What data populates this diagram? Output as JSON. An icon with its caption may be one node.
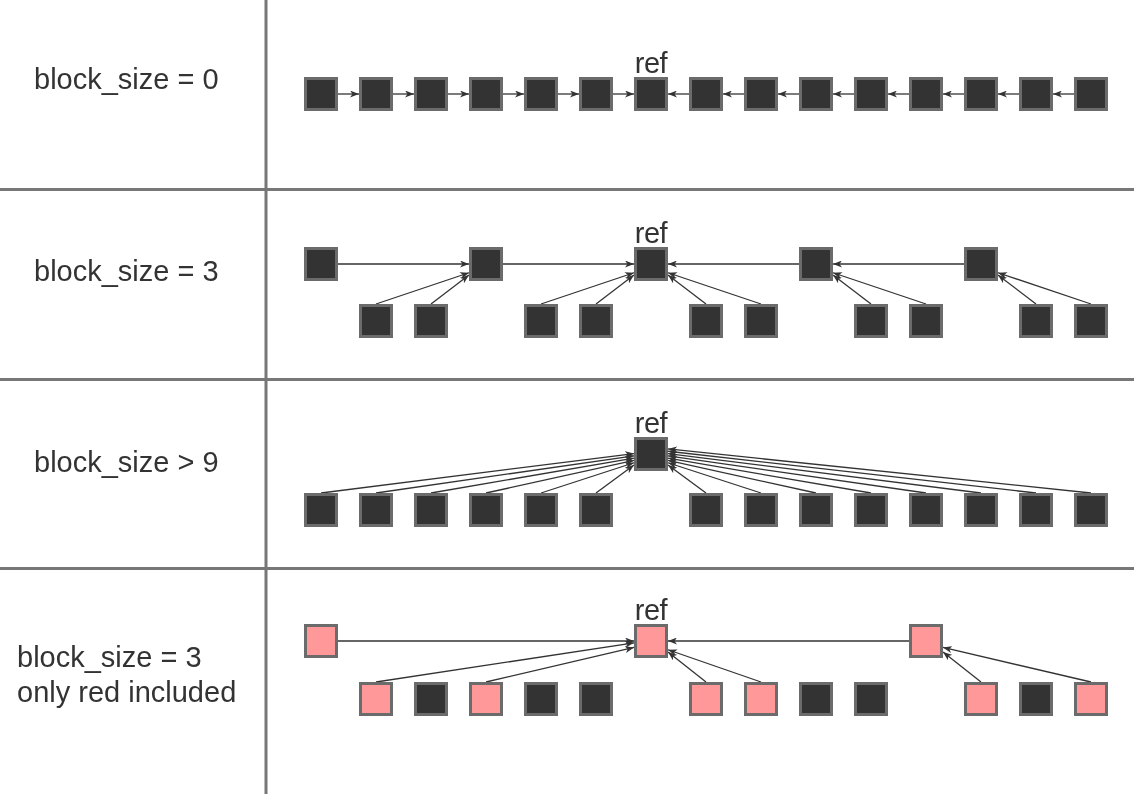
{
  "diagram": {
    "nodes": [
      {
        "text": [
          "block_size = 0"
        ]
      },
      {
        "text": [],
        "shape": "box",
        "in": 0
      },
      {
        "text": [],
        "shape": "box",
        "in": 0
      },
      {
        "text": [],
        "shape": "box",
        "in": 0
      },
      {
        "text": [],
        "shape": "box",
        "in": 0
      },
      {
        "text": [],
        "shape": "box",
        "in": 0
      },
      {
        "text": [],
        "shape": "box",
        "in": 0
      },
      {
        "text": [],
        "shape": "box",
        "in": 0,
        "beside": [
          "ref"
        ]
      },
      {
        "text": [],
        "shape": "box",
        "in": 0
      },
      {
        "text": [],
        "shape": "box",
        "in": 0
      },
      {
        "text": [],
        "shape": "box",
        "in": 0
      },
      {
        "text": [],
        "shape": "box",
        "in": 0
      },
      {
        "text": [],
        "shape": "box",
        "in": 0
      },
      {
        "text": [],
        "shape": "box",
        "in": 0
      },
      {
        "text": [],
        "shape": "box",
        "in": 0
      },
      {
        "text": [],
        "shape": "box",
        "in": 0
      },
      {
        "text": [
          "block_size = 3"
        ]
      },
      {
        "text": [],
        "shape": "box",
        "in": 16
      },
      {
        "text": [],
        "shape": "box",
        "in": 16
      },
      {
        "text": [],
        "shape": "box",
        "in": 16,
        "beside": [
          "ref"
        ]
      },
      {
        "text": [],
        "shape": "box",
        "in": 16
      },
      {
        "text": [],
        "shape": "box",
        "in": 16
      },
      {
        "text": [],
        "shape": "box",
        "in": 16
      },
      {
        "text": [],
        "shape": "box",
        "in": 16
      },
      {
        "text": [],
        "shape": "box",
        "in": 16
      },
      {
        "text": [],
        "shape": "box",
        "in": 16
      },
      {
        "text": [],
        "shape": "box",
        "in": 16
      },
      {
        "text": [],
        "shape": "box",
        "in": 16
      },
      {
        "text": [],
        "shape": "box",
        "in": 16
      },
      {
        "text": [],
        "shape": "box",
        "in": 16
      },
      {
        "text": [],
        "shape": "box",
        "in": 16
      },
      {
        "text": [],
        "shape": "box",
        "in": 16
      },
      {
        "text": [
          "block_size > 9"
        ]
      },
      {
        "text": [],
        "shape": "box",
        "in": 32,
        "beside": [
          "ref"
        ]
      },
      {
        "text": [],
        "shape": "box",
        "in": 32
      },
      {
        "text": [],
        "shape": "box",
        "in": 32
      },
      {
        "text": [],
        "shape": "box",
        "in": 32
      },
      {
        "text": [],
        "shape": "box",
        "in": 32
      },
      {
        "text": [],
        "shape": "box",
        "in": 32
      },
      {
        "text": [],
        "shape": "box",
        "in": 32
      },
      {
        "text": [],
        "shape": "box",
        "in": 32
      },
      {
        "text": [],
        "shape": "box",
        "in": 32
      },
      {
        "text": [],
        "shape": "box",
        "in": 32
      },
      {
        "text": [],
        "shape": "box",
        "in": 32
      },
      {
        "text": [],
        "shape": "box",
        "in": 32
      },
      {
        "text": [],
        "shape": "box",
        "in": 32
      },
      {
        "text": [],
        "shape": "box",
        "in": 32
      },
      {
        "text": [],
        "shape": "box",
        "in": 32
      },
      {
        "text": [
          "block_size = 3 only red included"
        ]
      },
      {
        "text": [],
        "shape": "box",
        "in": 48
      },
      {
        "text": [],
        "shape": "box",
        "in": 48,
        "beside": [
          "ref"
        ]
      },
      {
        "text": [],
        "shape": "box",
        "in": 48
      },
      {
        "text": [],
        "shape": "box",
        "in": 48
      },
      {
        "text": [],
        "shape": "box",
        "in": 48
      },
      {
        "text": [],
        "shape": "box",
        "in": 48
      },
      {
        "text": [],
        "shape": "box",
        "in": 48
      },
      {
        "text": [],
        "shape": "box",
        "in": 48
      },
      {
        "text": [],
        "shape": "box",
        "in": 48
      },
      {
        "text": [],
        "shape": "box",
        "in": 48
      },
      {
        "text": [],
        "shape": "box",
        "in": 48
      },
      {
        "text": [],
        "shape": "box",
        "in": 48
      },
      {
        "text": [],
        "shape": "box",
        "in": 48
      },
      {
        "text": [],
        "shape": "box",
        "in": 48
      },
      {
        "text": [],
        "shape": "box",
        "in": 48
      }
    ],
    "edges": [
      {
        "from": 1,
        "to": 2,
        "arrow": "to"
      },
      {
        "from": 2,
        "to": 3,
        "arrow": "to"
      },
      {
        "from": 3,
        "to": 4,
        "arrow": "to"
      },
      {
        "from": 4,
        "to": 5,
        "arrow": "to"
      },
      {
        "from": 5,
        "to": 6,
        "arrow": "to"
      },
      {
        "from": 6,
        "to": 7,
        "arrow": "to"
      },
      {
        "from": 8,
        "to": 7,
        "arrow": "to"
      },
      {
        "from": 9,
        "to": 8,
        "arrow": "to"
      },
      {
        "from": 10,
        "to": 9,
        "arrow": "to"
      },
      {
        "from": 11,
        "to": 10,
        "arrow": "to"
      },
      {
        "from": 12,
        "to": 11,
        "arrow": "to"
      },
      {
        "from": 13,
        "to": 12,
        "arrow": "to"
      },
      {
        "from": 14,
        "to": 13,
        "arrow": "to"
      },
      {
        "from": 15,
        "to": 14,
        "arrow": "to"
      },
      {
        "from": 17,
        "to": 18,
        "arrow": "to"
      },
      {
        "from": 22,
        "to": 18,
        "arrow": "to"
      },
      {
        "from": 23,
        "to": 18,
        "arrow": "to"
      },
      {
        "from": 18,
        "to": 19,
        "arrow": "to"
      },
      {
        "from": 24,
        "to": 19,
        "arrow": "to"
      },
      {
        "from": 25,
        "to": 19,
        "arrow": "to"
      },
      {
        "from": 26,
        "to": 19,
        "arrow": "to"
      },
      {
        "from": 27,
        "to": 19,
        "arrow": "to"
      },
      {
        "from": 20,
        "to": 19,
        "arrow": "to"
      },
      {
        "from": 28,
        "to": 20,
        "arrow": "to"
      },
      {
        "from": 29,
        "to": 20,
        "arrow": "to"
      },
      {
        "from": 21,
        "to": 20,
        "arrow": "to"
      },
      {
        "from": 30,
        "to": 21,
        "arrow": "to"
      },
      {
        "from": 31,
        "to": 21,
        "arrow": "to"
      },
      {
        "from": 34,
        "to": 33,
        "arrow": "to"
      },
      {
        "from": 35,
        "to": 33,
        "arrow": "to"
      },
      {
        "from": 36,
        "to": 33,
        "arrow": "to"
      },
      {
        "from": 37,
        "to": 33,
        "arrow": "to"
      },
      {
        "from": 38,
        "to": 33,
        "arrow": "to"
      },
      {
        "from": 39,
        "to": 33,
        "arrow": "to"
      },
      {
        "from": 40,
        "to": 33,
        "arrow": "to"
      },
      {
        "from": 41,
        "to": 33,
        "arrow": "to"
      },
      {
        "from": 42,
        "to": 33,
        "arrow": "to"
      },
      {
        "from": 43,
        "to": 33,
        "arrow": "to"
      },
      {
        "from": 44,
        "to": 33,
        "arrow": "to"
      },
      {
        "from": 45,
        "to": 33,
        "arrow": "to"
      },
      {
        "from": 46,
        "to": 33,
        "arrow": "to"
      },
      {
        "from": 47,
        "to": 33,
        "arrow": "to"
      },
      {
        "from": 49,
        "to": 50,
        "arrow": "to"
      },
      {
        "from": 52,
        "to": 50,
        "arrow": "to"
      },
      {
        "from": 54,
        "to": 50,
        "arrow": "to"
      },
      {
        "from": 57,
        "to": 50,
        "arrow": "to"
      },
      {
        "from": 58,
        "to": 50,
        "arrow": "to"
      },
      {
        "from": 51,
        "to": 50,
        "arrow": "to"
      },
      {
        "from": 61,
        "to": 51,
        "arrow": "to"
      },
      {
        "from": 63,
        "to": 51,
        "arrow": "to"
      }
    ]
  }
}
